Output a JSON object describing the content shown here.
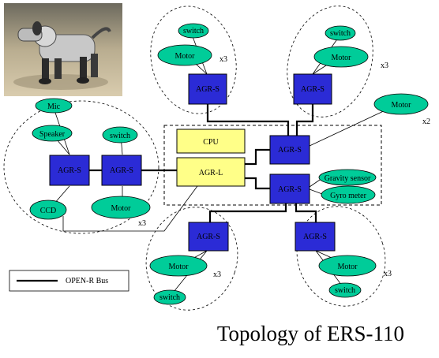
{
  "diagram": {
    "caption": "Topology of ERS-110",
    "legend_label": "OPEN-R Bus",
    "colors": {
      "agr_s_fill": "#2b2bd6",
      "agr_l_fill": "#ffff88",
      "cpu_fill": "#ffff88",
      "device_fill": "#00cc99",
      "bus_color": "#000000"
    },
    "nodes": {
      "cpu": "CPU",
      "agr_l": "AGR-L",
      "agr_s": "AGR-S",
      "mic": "Mic",
      "speaker": "Speaker",
      "ccd": "CCD",
      "motor": "Motor",
      "switch": "switch",
      "gravity_sensor": "Gravity sensor",
      "gyro_meter": "Gyro meter"
    },
    "multipliers": {
      "x3": "x3",
      "x2": "x2"
    }
  }
}
